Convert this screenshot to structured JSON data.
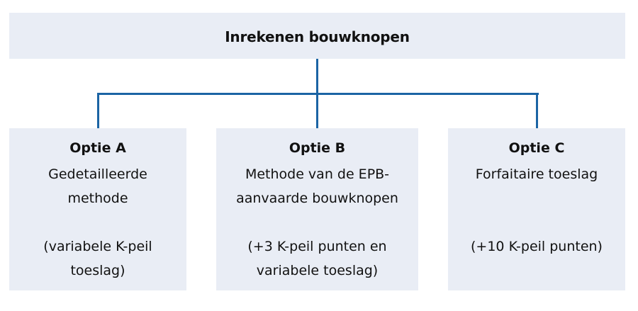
{
  "root": {
    "title": "Inrekenen bouwknopen"
  },
  "options": [
    {
      "title": "Optie A",
      "description": "Gedetailleerde\nmethode",
      "note": "(variabele K-peil\ntoeslag)"
    },
    {
      "title": "Optie B",
      "description": "Methode van de EPB-\naanvaarde bouwknopen",
      "note": "(+3 K-peil punten en\nvariabele toeslag)"
    },
    {
      "title": "Optie C",
      "description": "Forfaitaire toeslag",
      "note": "(+10 K-peil punten)"
    }
  ],
  "colors": {
    "connector": "#1b64a4",
    "box_fill": "#e9edf5"
  }
}
